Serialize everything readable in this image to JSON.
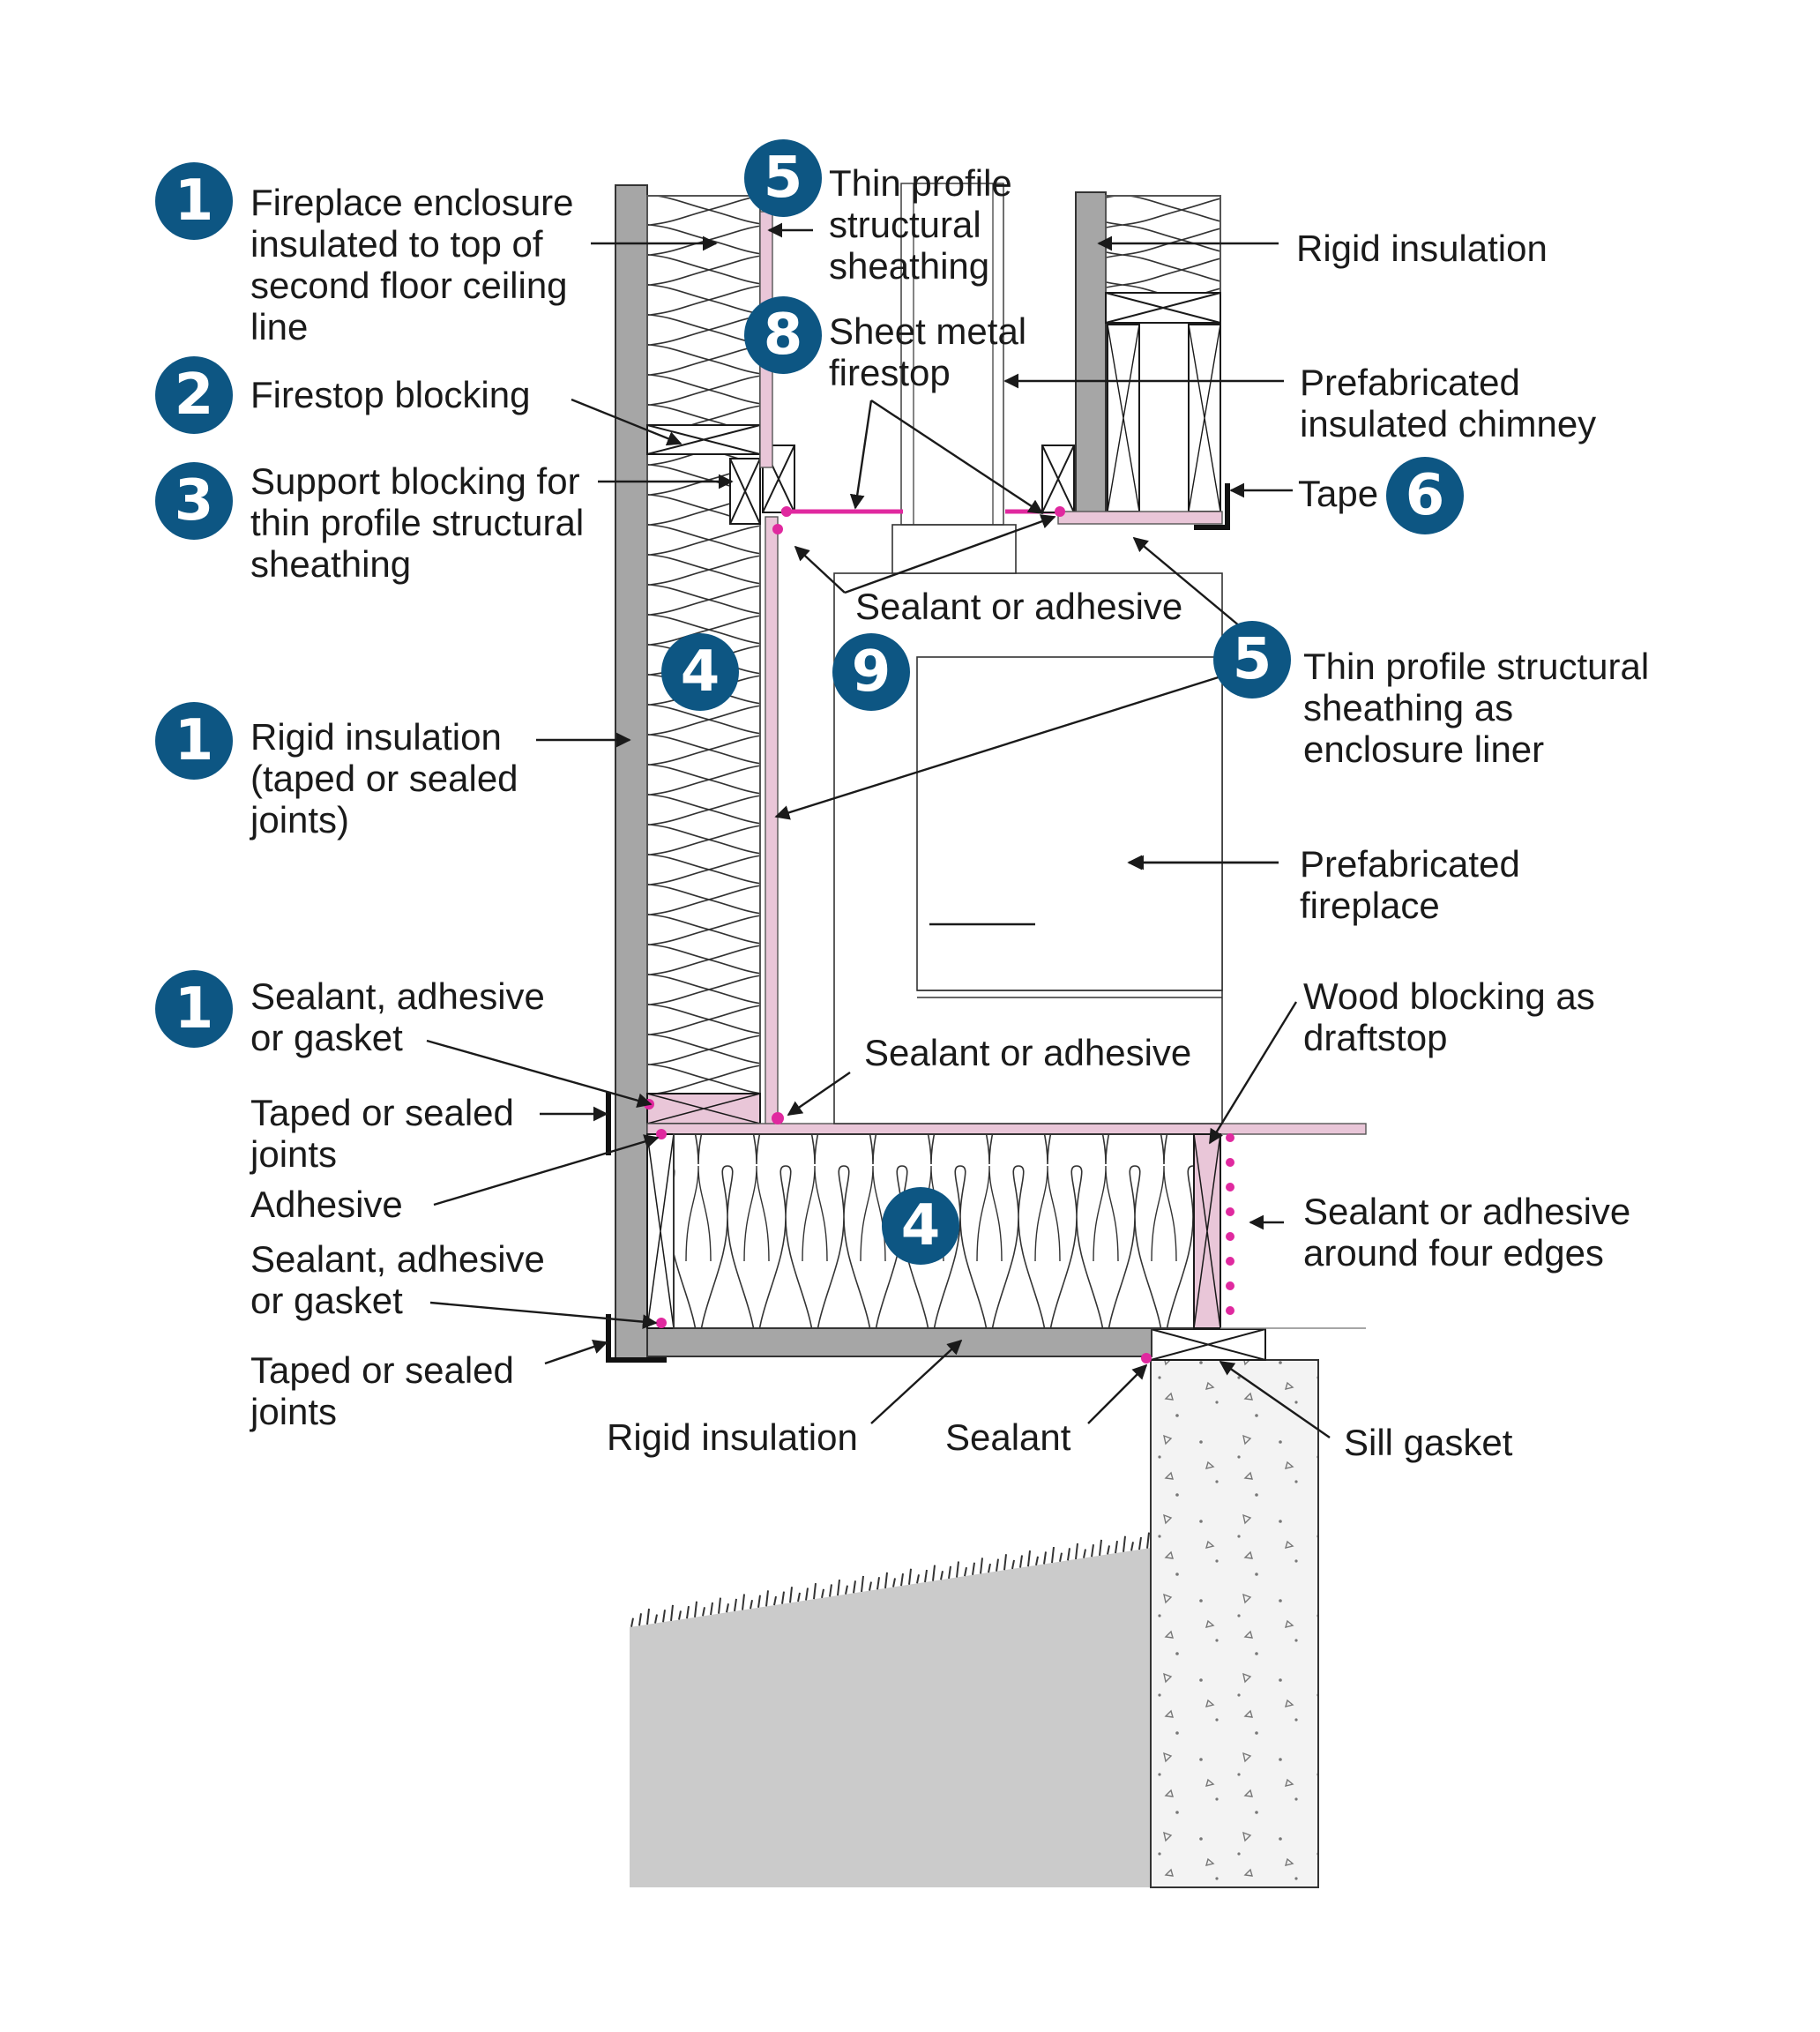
{
  "colors": {
    "badge": "#0d5683",
    "sheathing": "#e9c6d8",
    "sealant": "#e0299f",
    "rigid_insulation": "#a6a6a6",
    "ground": "#cbcbcb",
    "concrete": "#f3f3f3",
    "line": "#1a1a1a"
  },
  "badges": [
    {
      "id": "b1a",
      "text": "1"
    },
    {
      "id": "b2",
      "text": "2"
    },
    {
      "id": "b3",
      "text": "3"
    },
    {
      "id": "b1b",
      "text": "1"
    },
    {
      "id": "b1c",
      "text": "1"
    },
    {
      "id": "b5a",
      "text": "5"
    },
    {
      "id": "b8",
      "text": "8"
    },
    {
      "id": "b6",
      "text": "6"
    },
    {
      "id": "b4a",
      "text": "4"
    },
    {
      "id": "b9",
      "text": "9"
    },
    {
      "id": "b5b",
      "text": "5"
    },
    {
      "id": "b4b",
      "text": "4"
    }
  ],
  "labels": {
    "fireplace_enclosure": "Fireplace enclosure\ninsulated to top of\nsecond floor ceiling\nline",
    "firestop_blocking": "Firestop blocking",
    "support_blocking": "Support blocking for\nthin profile structural\nsheathing",
    "rigid_insulation_joints": "Rigid insulation\n(taped or sealed\njoints)",
    "sealant_adhesive_gasket_1": "Sealant, adhesive\nor gasket",
    "taped_sealed_joints_1": "Taped or sealed\njoints",
    "adhesive": "Adhesive",
    "sealant_adhesive_gasket_2": "Sealant, adhesive\nor gasket",
    "taped_sealed_joints_2": "Taped or sealed\njoints",
    "thin_profile_top": "Thin profile\nstructural\nsheathing",
    "sheet_metal_firestop": "Sheet metal\nfirestop",
    "rigid_insulation_top": "Rigid insulation",
    "prefab_chimney": "Prefabricated\ninsulated chimney",
    "tape": "Tape",
    "sealant_or_adhesive_top": "Sealant or adhesive",
    "thin_profile_liner": "Thin profile structural\nsheathing as\nenclosure liner",
    "prefab_fireplace": "Prefabricated\nfireplace",
    "sealant_or_adhesive_mid": "Sealant or adhesive",
    "wood_blocking": "Wood blocking as\ndraftstop",
    "sealant_four_edges": "Sealant or adhesive\naround four edges",
    "rigid_insulation_bottom": "Rigid insulation",
    "sealant": "Sealant",
    "sill_gasket": "Sill gasket"
  }
}
